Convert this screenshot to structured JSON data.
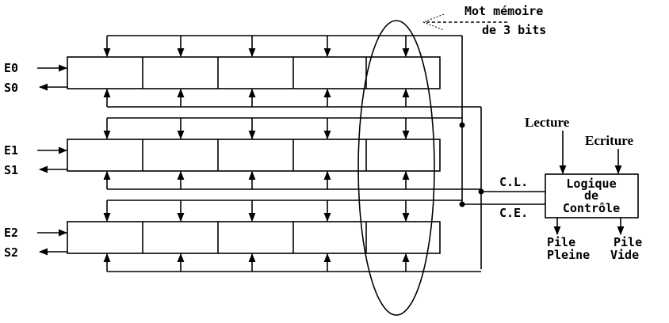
{
  "diagram": {
    "registers": [
      {
        "input_label": "E0",
        "output_label": "S0"
      },
      {
        "input_label": "E1",
        "output_label": "S1"
      },
      {
        "input_label": "E2",
        "output_label": "S2"
      }
    ],
    "cells_per_register": 5,
    "annotation": {
      "line1": "Mot mémoire",
      "line2": "de 3 bits"
    },
    "control": {
      "box_lines": [
        "Logique",
        "de",
        "Contrôle"
      ],
      "inputs": [
        "Lecture",
        "Ecriture"
      ],
      "signals": [
        "C.L.",
        "C.E."
      ],
      "outputs": [
        {
          "line1": "Pile",
          "line2": "Pleine"
        },
        {
          "line1": "Pile",
          "line2": "Vide"
        }
      ]
    }
  }
}
